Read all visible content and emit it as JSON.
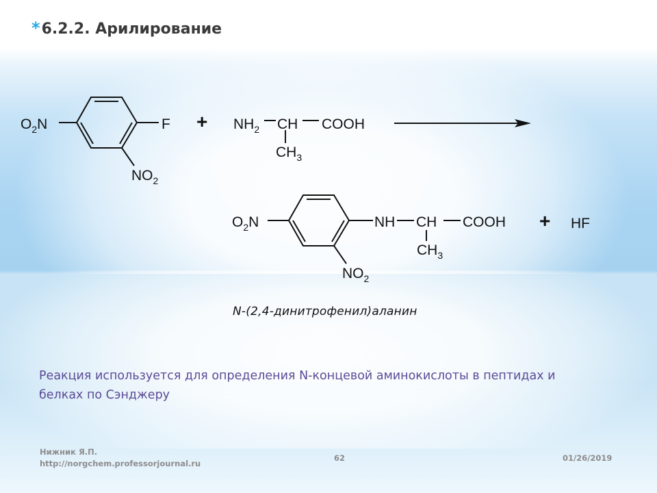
{
  "slide": {
    "title_bullet": "*",
    "title": "6.2.2. Арилирование",
    "reaction": {
      "reactant1": {
        "o2n": "O",
        "o2n_sub": "2",
        "o2n_n": "N",
        "f": "F",
        "no2": "NO",
        "no2_sub": "2"
      },
      "plus1": "+",
      "reactant2": {
        "nh2": "NH",
        "nh2_sub": "2",
        "ch": "CH",
        "cooh": "COOH",
        "ch3": "CH",
        "ch3_sub": "3"
      },
      "product": {
        "o2n": "O",
        "o2n_sub": "2",
        "o2n_n": "N",
        "nh": "NH",
        "ch": "CH",
        "cooh": "COOH",
        "ch3": "CH",
        "ch3_sub": "3",
        "no2": "NO",
        "no2_sub": "2"
      },
      "plus2": "+",
      "byproduct": "HF"
    },
    "product_name": "N-(2,4-динитрофенил)аланин",
    "description": "Реакция используется для определения N-концевой аминокислоты в пептидах и белках по Сэнджеру",
    "footer": {
      "author": "Нижник Я.П.",
      "url": "http://norgchem.professorjournal.ru",
      "page": "62",
      "date": "01/26/2019"
    },
    "colors": {
      "title_bullet": "#29a8e0",
      "title_text": "#3a3a3a",
      "description_text": "#5b4a96",
      "footer_text": "#8c8c8c",
      "background_blue": "#a9d4f2"
    }
  }
}
